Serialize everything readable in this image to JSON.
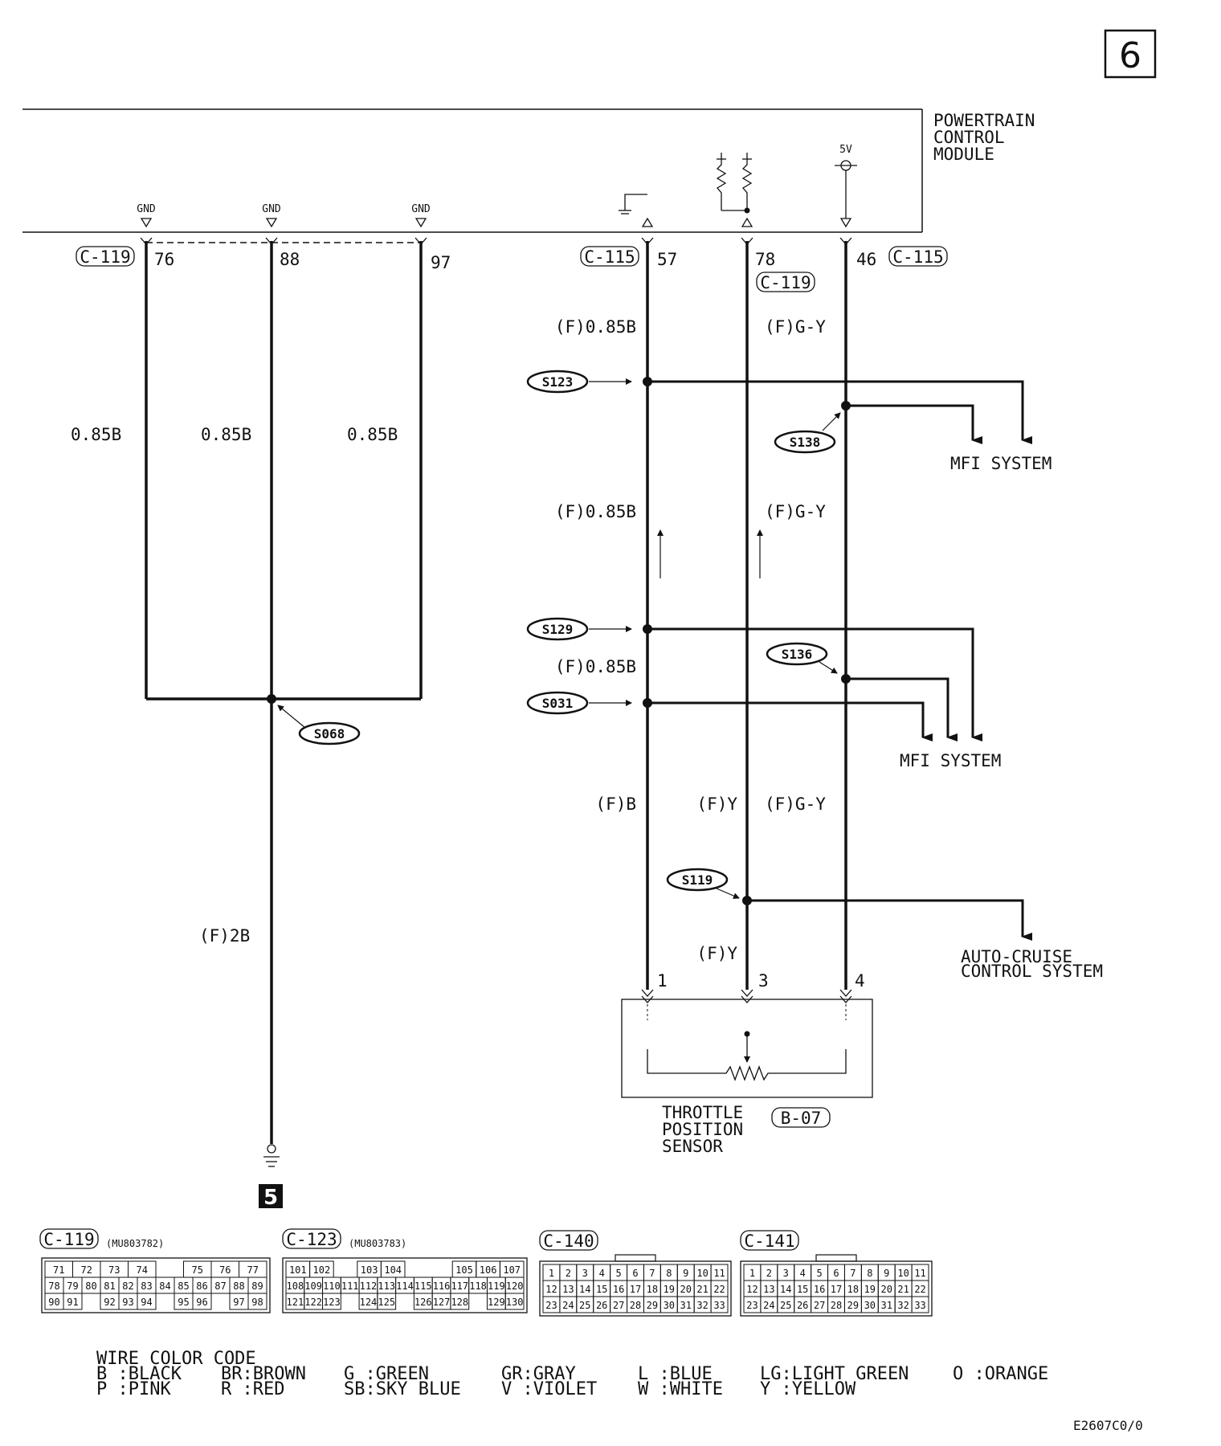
{
  "page_number": "6",
  "module": {
    "lines": [
      "POWERTRAIN",
      "CONTROL",
      "MODULE"
    ],
    "voltage": "5V"
  },
  "gnd": {
    "label": "GND"
  },
  "ground_wires": {
    "connector": "C-119",
    "pins": [
      "76",
      "88",
      "97"
    ],
    "wire_labels": [
      "0.85B",
      "0.85B",
      "0.85B"
    ],
    "main_wire": "(F)2B",
    "splice": "S068",
    "ground_ref": "5"
  },
  "sensor_wires": {
    "c115_left": "C-115",
    "c115_right": "C-115",
    "c119_mid": "C-119",
    "pins": [
      "57",
      "78",
      "46"
    ],
    "labels": {
      "w1_a": "(F)0.85B",
      "w3_a": "(F)G-Y",
      "w1_b": "(F)0.85B",
      "w3_b": "(F)G-Y",
      "w1_c": "(F)0.85B",
      "w1_d": "(F)B",
      "w2_d": "(F)Y",
      "w3_d": "(F)G-Y",
      "w2_e": "(F)Y"
    },
    "splices": [
      "S123",
      "S138",
      "S129",
      "S136",
      "S031",
      "S119"
    ],
    "dest_mfi": "MFI SYSTEM",
    "dest_cruise": [
      "AUTO-CRUISE",
      "CONTROL SYSTEM"
    ],
    "sensor_pins": [
      "1",
      "3",
      "4"
    ]
  },
  "sensor": {
    "lines": [
      "THROTTLE",
      "POSITION",
      "SENSOR"
    ],
    "connector": "B-07"
  },
  "connectors": [
    {
      "id": "C-119",
      "part": "(MU803782)",
      "rows": [
        [
          "71",
          "72",
          "73",
          "74",
          "",
          "75",
          "76",
          "77"
        ],
        [
          "78",
          "79",
          "80",
          "81",
          "82",
          "83",
          "84",
          "85",
          "86",
          "87",
          "88",
          "89"
        ],
        [
          "90",
          "91",
          "",
          "92",
          "93",
          "94",
          "",
          "95",
          "96",
          "",
          "97",
          "98"
        ]
      ]
    },
    {
      "id": "C-123",
      "part": "(MU803783)",
      "rows": [
        [
          "101",
          "102",
          "",
          "103",
          "104",
          "",
          "",
          "105",
          "106",
          "107"
        ],
        [
          "108",
          "109",
          "110",
          "111",
          "112",
          "113",
          "114",
          "115",
          "116",
          "117",
          "118",
          "119",
          "120"
        ],
        [
          "121",
          "122",
          "123",
          "",
          "124",
          "125",
          "",
          "126",
          "127",
          "128",
          "",
          "129",
          "130"
        ]
      ]
    },
    {
      "id": "C-140",
      "part": "",
      "rows": [
        [
          "1",
          "2",
          "3",
          "4",
          "5",
          "6",
          "7",
          "8",
          "9",
          "10",
          "11"
        ],
        [
          "12",
          "13",
          "14",
          "15",
          "16",
          "17",
          "18",
          "19",
          "20",
          "21",
          "22"
        ],
        [
          "23",
          "24",
          "25",
          "26",
          "27",
          "28",
          "29",
          "30",
          "31",
          "32",
          "33"
        ]
      ]
    },
    {
      "id": "C-141",
      "part": "",
      "rows": [
        [
          "1",
          "2",
          "3",
          "4",
          "5",
          "6",
          "7",
          "8",
          "9",
          "10",
          "11"
        ],
        [
          "12",
          "13",
          "14",
          "15",
          "16",
          "17",
          "18",
          "19",
          "20",
          "21",
          "22"
        ],
        [
          "23",
          "24",
          "25",
          "26",
          "27",
          "28",
          "29",
          "30",
          "31",
          "32",
          "33"
        ]
      ]
    }
  ],
  "wire_color_code": {
    "title": "WIRE COLOR CODE",
    "row1": [
      "B :BLACK",
      "BR:BROWN",
      "G :GREEN",
      "GR:GRAY",
      "L :BLUE",
      "LG:LIGHT GREEN",
      "O :ORANGE"
    ],
    "row2": [
      "P :PINK",
      "R :RED",
      "SB:SKY BLUE",
      "V :VIOLET",
      "W :WHITE",
      "Y :YELLOW"
    ]
  },
  "figure_id": "E2607C0/0"
}
